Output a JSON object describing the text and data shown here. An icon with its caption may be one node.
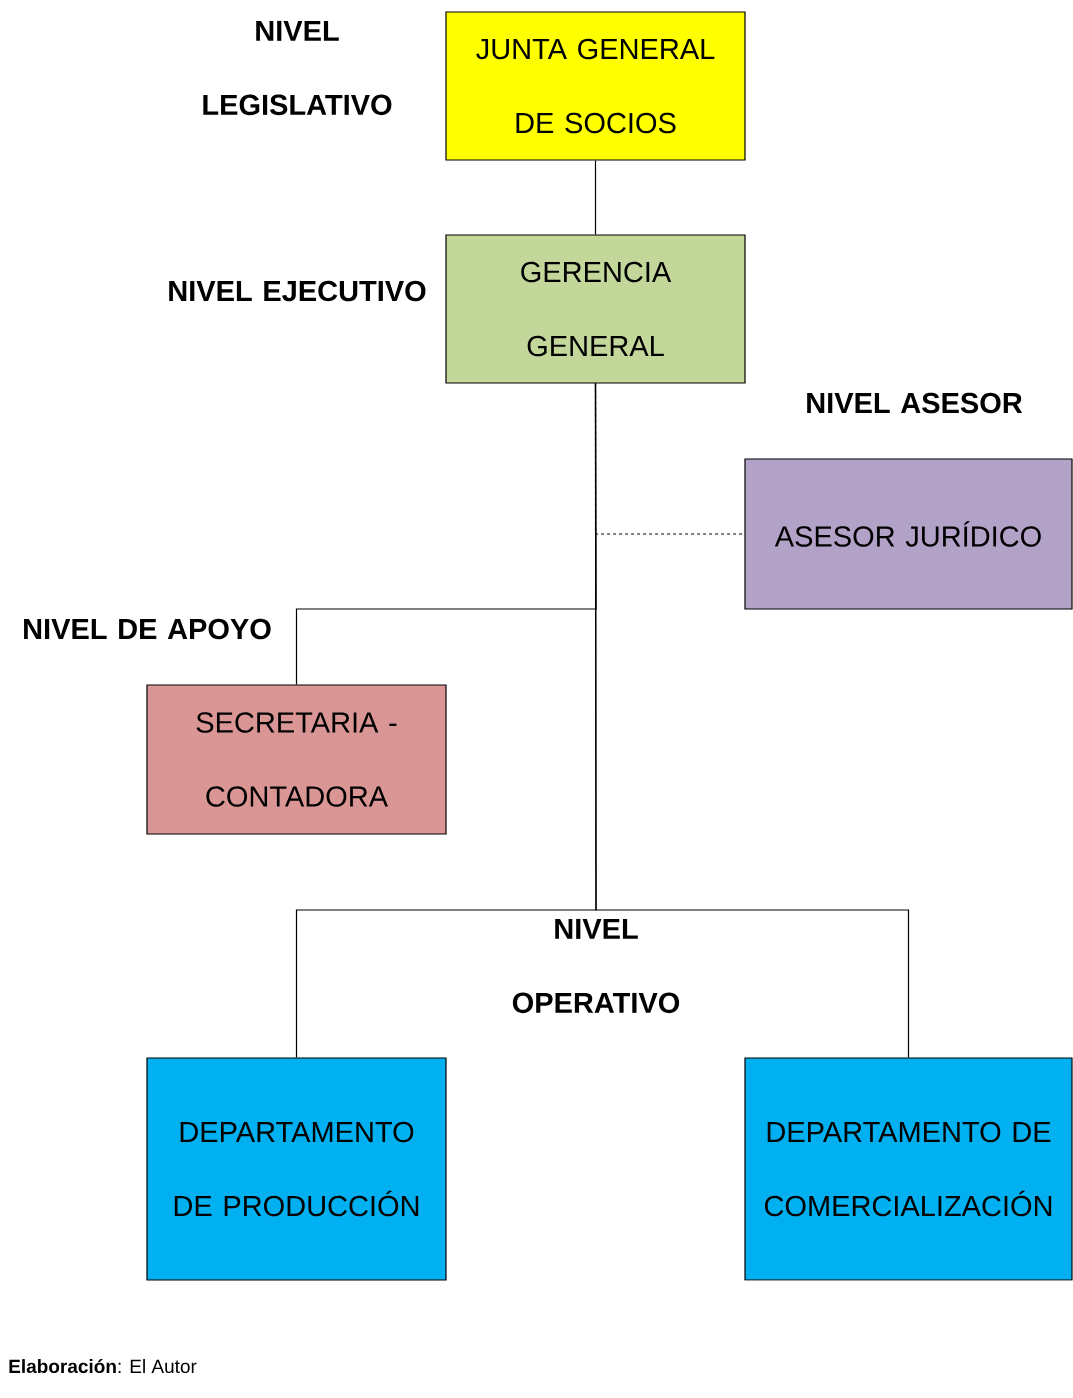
{
  "diagram": {
    "caption": "**Elaboración**: El Autor",
    "nodes": [
      {
        "text": [
          "JUNTA GENERAL DE SOCIOS"
        ]
      },
      {
        "text": [
          "GERENCIA GENERAL"
        ]
      },
      {
        "text": [
          "ASESOR JURÍDICO"
        ]
      },
      {
        "text": [
          "SECRETARIA - CONTADORA"
        ]
      },
      {
        "text": [
          "DEPARTAMENTO DE PRODUCCIÓN"
        ]
      },
      {
        "text": [
          "DEPARTAMENTO DE COMERCIALIZACIÓN"
        ]
      }
    ],
    "edges": [
      {
        "from": 0,
        "to": 1,
        "arrow": "none"
      },
      {
        "from": 1,
        "to": 2,
        "arrow": "none",
        "style": "dashed"
      },
      {
        "from": 1,
        "to": 3,
        "arrow": "none"
      },
      {
        "from": 1,
        "to": 4,
        "arrow": "none"
      },
      {
        "from": 1,
        "to": 5,
        "arrow": "none"
      }
    ],
    "labels": [
      "NIVEL LEGISLATIVO",
      "NIVEL EJECUTIVO",
      "NIVEL ASESOR",
      "NIVEL DE APOYO",
      "NIVEL OPERATIVO"
    ]
  }
}
